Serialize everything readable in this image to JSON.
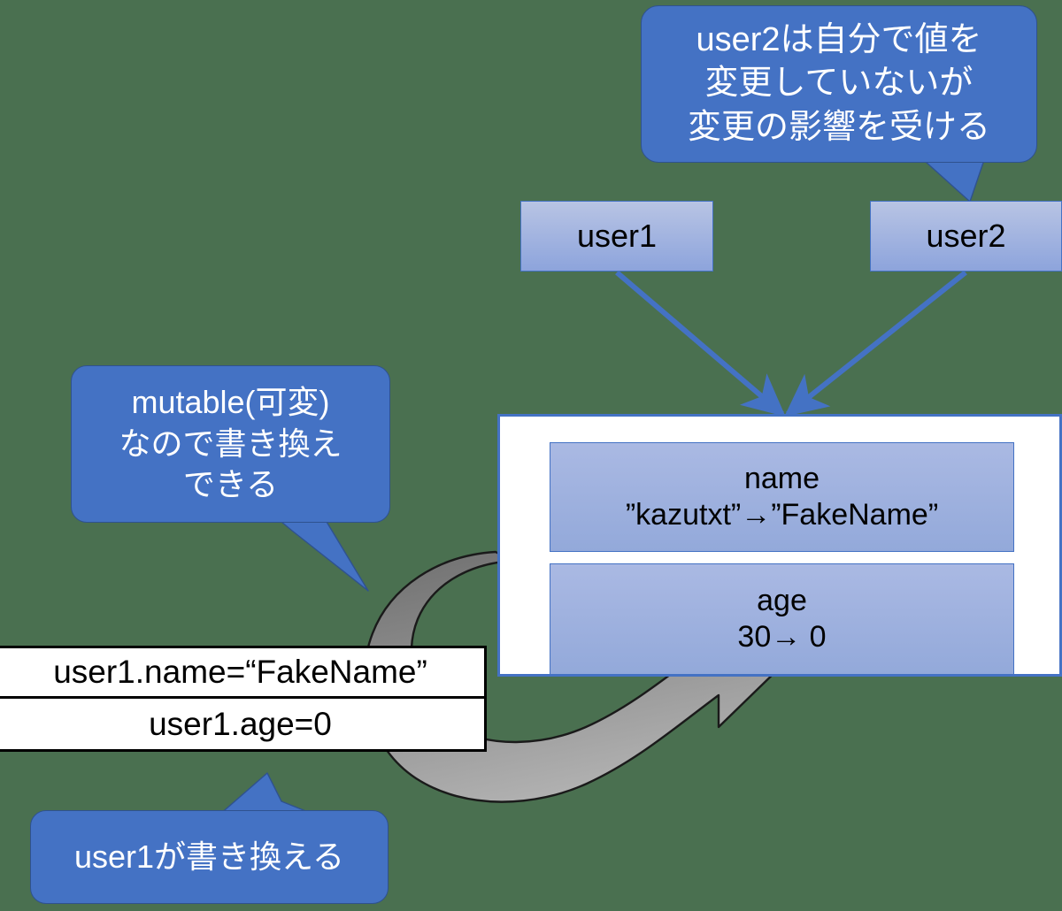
{
  "diagram": {
    "title": "mutable object shared reference diagram",
    "background_color": "#4a7050",
    "accent_blue": "#4472c4",
    "box_gradient_top": "#b8c4e4",
    "box_gradient_bottom": "#8da4dc",
    "arrow_gray": "#8c8c8c",
    "text_dark": "#000000",
    "text_light": "#ffffff"
  },
  "callouts": {
    "user2_effect": "user2は自分で値を\n変更していないが\n変更の影響を受ける",
    "mutable": "mutable(可変)\nなので書き換え\nできる",
    "user1_writes": "user1が書き換える"
  },
  "variables": {
    "user1": "user1",
    "user2": "user2"
  },
  "object": {
    "fields": [
      {
        "name": "name",
        "value": "”kazutxt”→”FakeName”"
      },
      {
        "name": "age",
        "value": "30→ 0"
      }
    ]
  },
  "code": {
    "lines": [
      "user1.name=“FakeName”",
      "user1.age=0"
    ]
  },
  "connectors": {
    "user1_to_object": "arrow-user1-to-object",
    "user2_to_object": "arrow-user2-to-object",
    "rewrite_cycle": "circular-arrow-rewrite"
  }
}
